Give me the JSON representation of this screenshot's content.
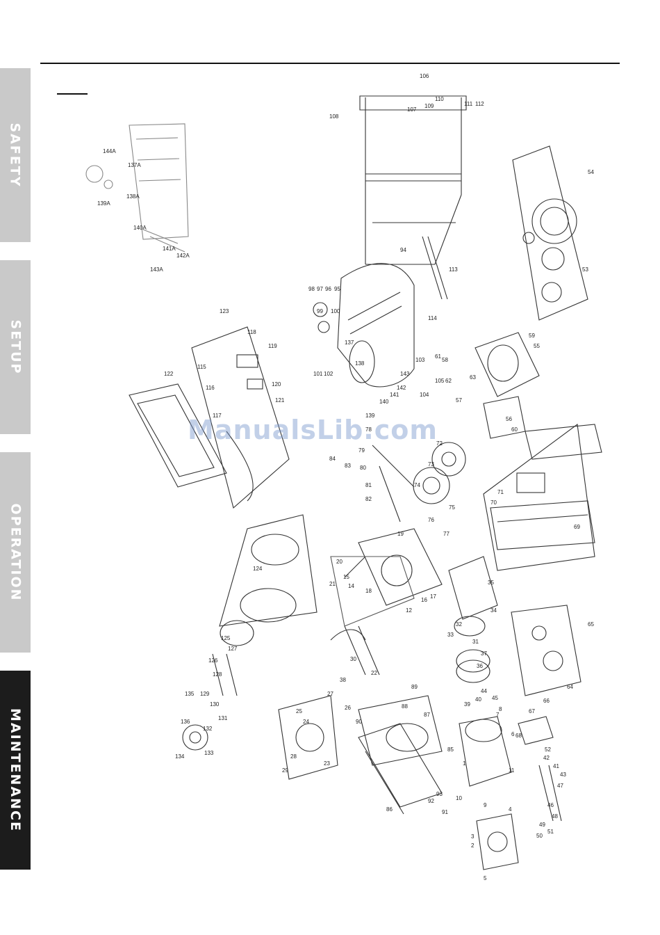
{
  "tabs": [
    {
      "label": "SAFETY",
      "active": false
    },
    {
      "label": "SETUP",
      "active": false
    },
    {
      "label": "OPERATION",
      "active": false
    },
    {
      "label": "MAINTENANCE",
      "active": true
    }
  ],
  "colors": {
    "tab_inactive": "#c9c9c9",
    "tab_active": "#1c1c1c",
    "watermark": "#7896cd"
  },
  "watermark": "ManualsLib.com",
  "part_labels": {
    "frame": [
      "106",
      "107",
      "108",
      "109",
      "110",
      "111",
      "112",
      "113",
      "114"
    ],
    "recoil": [
      "53",
      "54"
    ],
    "tank": [
      "94",
      "95",
      "96",
      "97",
      "98",
      "99",
      "100",
      "101",
      "102",
      "103",
      "104",
      "105",
      "137",
      "138",
      "139",
      "140",
      "141",
      "142",
      "143"
    ],
    "inset": [
      "144A",
      "137A",
      "139A",
      "138A",
      "140A",
      "141A",
      "142A",
      "143A"
    ],
    "panel": [
      "115",
      "116",
      "117",
      "118",
      "119",
      "120",
      "121",
      "122",
      "123"
    ],
    "shroud": [
      "55",
      "56",
      "57",
      "58",
      "59",
      "60",
      "61",
      "62",
      "63"
    ],
    "flywheel": [
      "72",
      "73",
      "74",
      "75",
      "76",
      "77",
      "78",
      "79",
      "80",
      "81",
      "82",
      "83",
      "84"
    ],
    "air_filter": [
      "68",
      "69",
      "70",
      "71"
    ],
    "crankcase": [
      "12",
      "14",
      "15",
      "16",
      "17",
      "18",
      "19",
      "20",
      "21",
      "22",
      "23",
      "24",
      "25",
      "26",
      "27",
      "28",
      "29",
      "30",
      "38"
    ],
    "piston": [
      "31",
      "32",
      "33",
      "34",
      "35",
      "36",
      "37"
    ],
    "generator": [
      "124",
      "125",
      "126",
      "127",
      "128",
      "129",
      "130",
      "131",
      "132",
      "133",
      "134",
      "135",
      "136"
    ],
    "muffler": [
      "85",
      "86",
      "87",
      "88",
      "89",
      "90",
      "91",
      "92",
      "93"
    ],
    "carburetor": [
      "64",
      "65",
      "66",
      "67"
    ],
    "head": [
      "1",
      "2",
      "3",
      "4",
      "5",
      "6",
      "7",
      "8",
      "9",
      "10",
      "11",
      "39",
      "40",
      "41",
      "42",
      "43",
      "44",
      "45",
      "46",
      "47",
      "48",
      "49",
      "50",
      "51",
      "52"
    ]
  }
}
